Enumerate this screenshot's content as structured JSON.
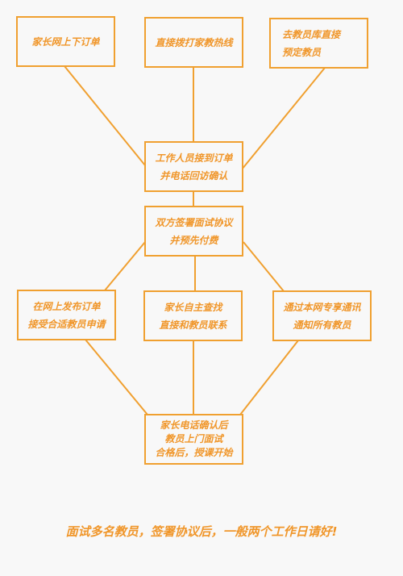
{
  "colors": {
    "accent": "#f0a030",
    "text": "#f0962a",
    "background": "#f8f8f8"
  },
  "steps": {
    "parent_order": {
      "lines": [
        "家长网上下订单"
      ]
    },
    "call_hotline": {
      "lines": [
        "直接拨打家教热线"
      ]
    },
    "book_teacher": {
      "lines": [
        "去教员库直接",
        "预定教员"
      ]
    },
    "staff_confirm": {
      "lines": [
        "工作人员接到订单",
        "并电话回访确认"
      ]
    },
    "sign_agreement": {
      "lines": [
        "双方签署面试协议",
        "并预先付费"
      ]
    },
    "post_order": {
      "lines": [
        "在网上发布订单",
        "接受合适教员申请"
      ]
    },
    "parent_search": {
      "lines": [
        "家长自主查找",
        "直接和教员联系"
      ]
    },
    "notify_all": {
      "lines": [
        "通过本网专享通讯",
        "通知所有教员"
      ]
    },
    "interview": {
      "lines": [
        "家长电话确认后",
        "教员上门面试",
        "合格后，授课开始"
      ]
    }
  },
  "footer": "面试多名教员，签署协议后，一般两个工作日请好!"
}
